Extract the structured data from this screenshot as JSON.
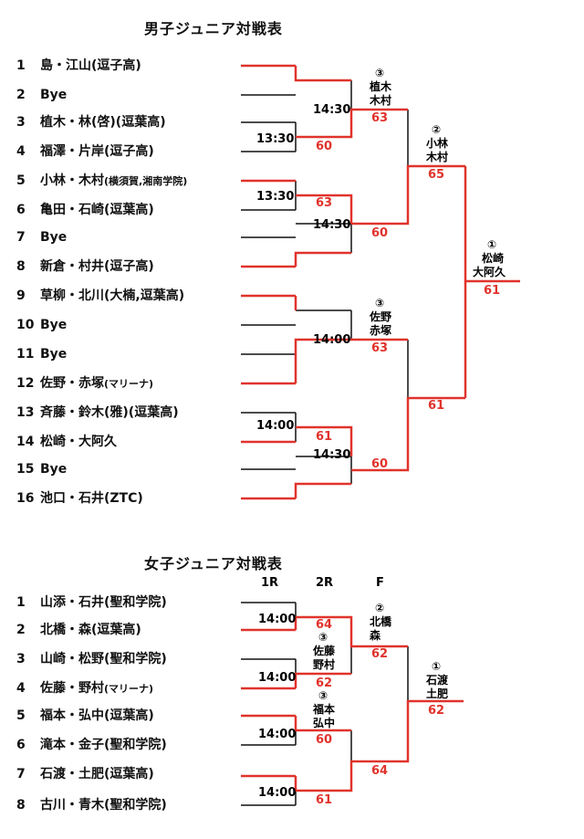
{
  "boys": {
    "title": "男子ジュニア対戦表",
    "entries": [
      {
        "num": "1",
        "name": "島・江山",
        "club": "(逗子高)",
        "small": false
      },
      {
        "num": "2",
        "name": "Bye",
        "club": "",
        "small": false
      },
      {
        "num": "3",
        "name": "植木・林(啓)",
        "club": "(逗葉高)",
        "small": false
      },
      {
        "num": "4",
        "name": "福澤・片岸",
        "club": "(逗子高)",
        "small": false
      },
      {
        "num": "5",
        "name": "小林・木村",
        "club": "(横須賀,湘南学院)",
        "small": true
      },
      {
        "num": "6",
        "name": "亀田・石崎",
        "club": "(逗葉高)",
        "small": false
      },
      {
        "num": "7",
        "name": "Bye",
        "club": "",
        "small": false
      },
      {
        "num": "8",
        "name": "新倉・村井",
        "club": "(逗子高)",
        "small": false
      },
      {
        "num": "9",
        "name": "草柳・北川",
        "club": "(大楠,逗葉高)",
        "small": false
      },
      {
        "num": "10",
        "name": "Bye",
        "club": "",
        "small": false
      },
      {
        "num": "11",
        "name": "Bye",
        "club": "",
        "small": false
      },
      {
        "num": "12",
        "name": "佐野・赤塚",
        "club": "(マリーナ)",
        "small": true
      },
      {
        "num": "13",
        "name": "斉藤・鈴木(雅)",
        "club": "(逗葉高)",
        "small": false
      },
      {
        "num": "14",
        "name": "松崎・大阿久",
        "club": "",
        "small": false
      },
      {
        "num": "15",
        "name": "Bye",
        "club": "",
        "small": false
      },
      {
        "num": "16",
        "name": "池口・石井",
        "club": "(ZTC)",
        "small": false
      }
    ],
    "times": [
      "13:30",
      "13:30",
      "14:00",
      "14:30",
      "14:30",
      "14:00",
      "14:30"
    ],
    "scores": [
      "60",
      "63",
      "60",
      "63",
      "61",
      "60",
      "61",
      "65",
      "61"
    ],
    "winners": {
      "qf1_rank": "③",
      "qf1_a": "植木",
      "qf1_b": "木村",
      "qf2_rank": "③",
      "qf2_a": "佐野",
      "qf2_b": "赤塚",
      "sf1_rank": "②",
      "sf1_a": "小林",
      "sf1_b": "木村",
      "f_rank": "①",
      "f_a": "松崎",
      "f_b": "大阿久"
    }
  },
  "girls": {
    "title": "女子ジュニア対戦表",
    "headers": [
      "1R",
      "2R",
      "F"
    ],
    "entries": [
      {
        "num": "1",
        "name": "山添・石井",
        "club": "(聖和学院)",
        "small": false
      },
      {
        "num": "2",
        "name": "北橋・森",
        "club": "(逗葉高)",
        "small": false
      },
      {
        "num": "3",
        "name": "山崎・松野",
        "club": "(聖和学院)",
        "small": false
      },
      {
        "num": "4",
        "name": "佐藤・野村",
        "club": "(マリーナ)",
        "small": true
      },
      {
        "num": "5",
        "name": "福本・弘中",
        "club": "(逗葉高)",
        "small": false
      },
      {
        "num": "6",
        "name": "滝本・金子",
        "club": "(聖和学院)",
        "small": false
      },
      {
        "num": "7",
        "name": "石渡・土肥",
        "club": "(逗葉高)",
        "small": false
      },
      {
        "num": "8",
        "name": "古川・青木",
        "club": "(聖和学院)",
        "small": false
      }
    ],
    "times": [
      "14:00",
      "14:00",
      "14:00",
      "14:00"
    ],
    "scores": [
      "64",
      "62",
      "60",
      "61",
      "62",
      "64",
      "62"
    ],
    "winners": {
      "sf1_rank": "③",
      "sf1_a": "佐藤",
      "sf1_b": "野村",
      "sf2_rank": "③",
      "sf2_a": "福本",
      "sf2_b": "弘中",
      "f1_rank": "②",
      "f1_a": "北橋",
      "f1_b": "森",
      "champ_rank": "①",
      "champ_a": "石渡",
      "champ_b": "土肥"
    }
  }
}
